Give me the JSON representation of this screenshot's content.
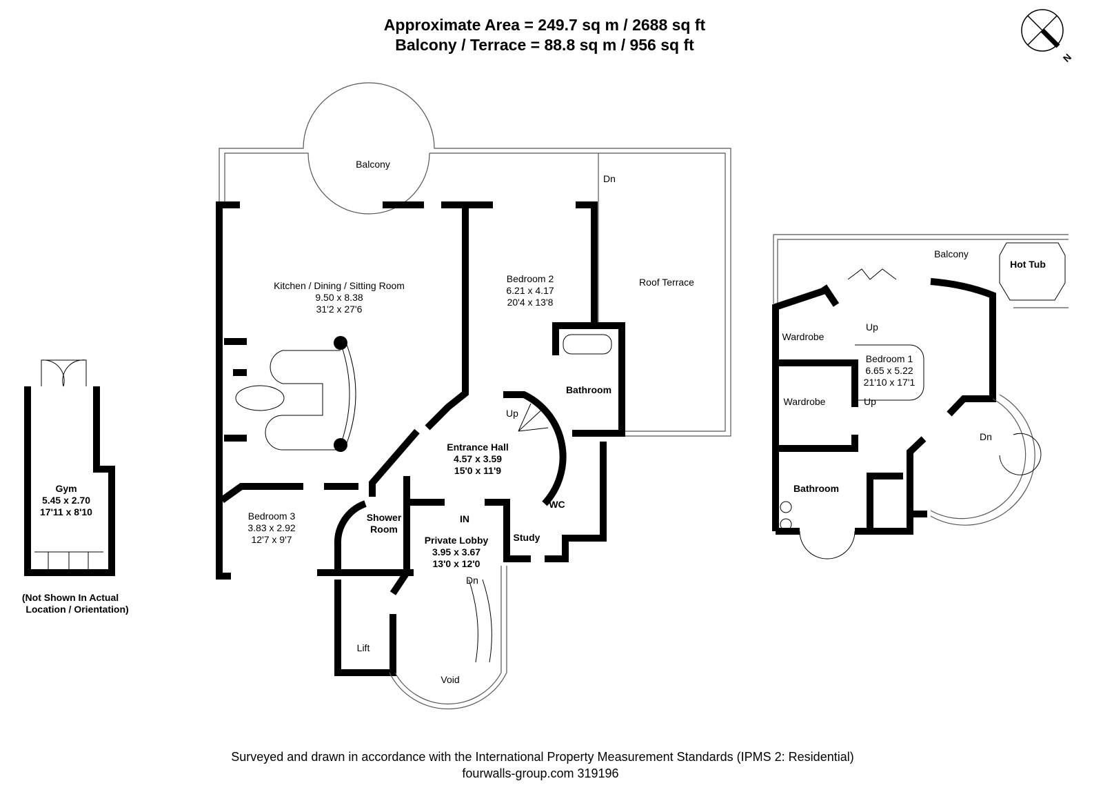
{
  "header": {
    "area_line": "Approximate Area = 249.7 sq m / 2688 sq ft",
    "balcony_line": "Balcony / Terrace = 88.8 sq m / 956 sq ft"
  },
  "compass": {
    "label": "N",
    "icon": "north-arrow-icon"
  },
  "main_floor": {
    "balcony": "Balcony",
    "dn_top": "Dn",
    "roof_terrace": "Roof Terrace",
    "kitchen": {
      "name": "Kitchen / Dining / Sitting Room",
      "metric": "9.50 x 8.38",
      "imperial": "31'2 x 27'6"
    },
    "bedroom2": {
      "name": "Bedroom 2",
      "metric": "6.21 x 4.17",
      "imperial": "20'4 x 13'8"
    },
    "bathroom": "Bathroom",
    "up": "Up",
    "entrance_hall": {
      "name": "Entrance Hall",
      "metric": "4.57 x 3.59",
      "imperial": "15'0 x 11'9"
    },
    "bedroom3": {
      "name": "Bedroom 3",
      "metric": "3.83 x 2.92",
      "imperial": "12'7 x 9'7"
    },
    "shower_room": [
      "Shower",
      "Room"
    ],
    "wc": "WC",
    "in": "IN",
    "study": "Study",
    "private_lobby": {
      "name": "Private Lobby",
      "metric": "3.95 x 3.67",
      "imperial": "13'0 x 12'0"
    },
    "dn_lobby": "Dn",
    "lift": "Lift",
    "void": "Void"
  },
  "gym": {
    "name": "Gym",
    "metric": "5.45 x 2.70",
    "imperial": "17'11 x 8'10",
    "note": [
      "(Not Shown In Actual",
      "Location / Orientation)"
    ]
  },
  "upper_floor": {
    "balcony": "Balcony",
    "hot_tub": "Hot Tub",
    "wardrobe1": "Wardrobe",
    "wardrobe2": "Wardrobe",
    "up1": "Up",
    "up2": "Up",
    "bedroom1": {
      "name": "Bedroom 1",
      "metric": "6.65 x 5.22",
      "imperial": "21'10 x 17'1"
    },
    "dn": "Dn",
    "bathroom": "Bathroom"
  },
  "footer": {
    "standards": "Surveyed and drawn in accordance with the International Property Measurement Standards (IPMS 2: Residential)",
    "reference": "fourwalls-group.com 319196"
  }
}
